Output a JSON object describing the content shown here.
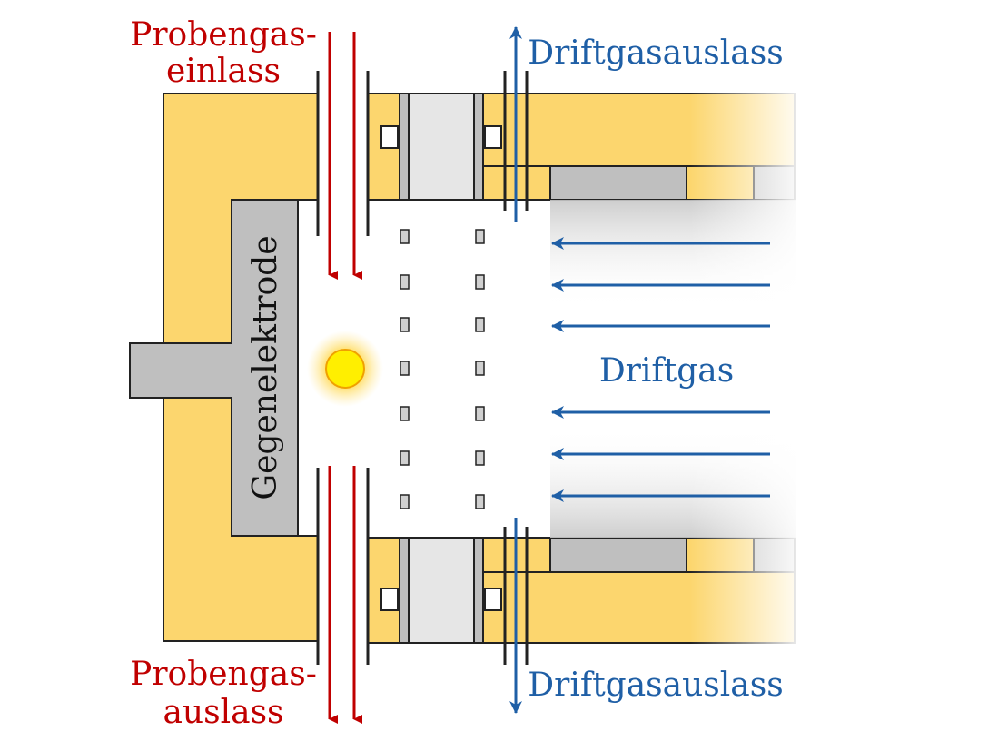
{
  "labels": {
    "sample_inlet_line1": "Probengas-",
    "sample_inlet_line2": "einlass",
    "sample_outlet_line1": "Probengas-",
    "sample_outlet_line2": "auslass",
    "drift_outlet_top": "Driftgasauslass",
    "drift_outlet_bottom": "Driftgasauslass",
    "drift_gas": "Driftgas",
    "counter_electrode": "Gegenelektrode"
  },
  "colors": {
    "housing": "#fcd66e",
    "electrode": "#bfbfbf",
    "insulator": "#e6e6e6",
    "sample_gas_arrow": "#c00000",
    "drift_gas_arrow": "#1f5fa6",
    "ion_source": "#ffe600"
  }
}
